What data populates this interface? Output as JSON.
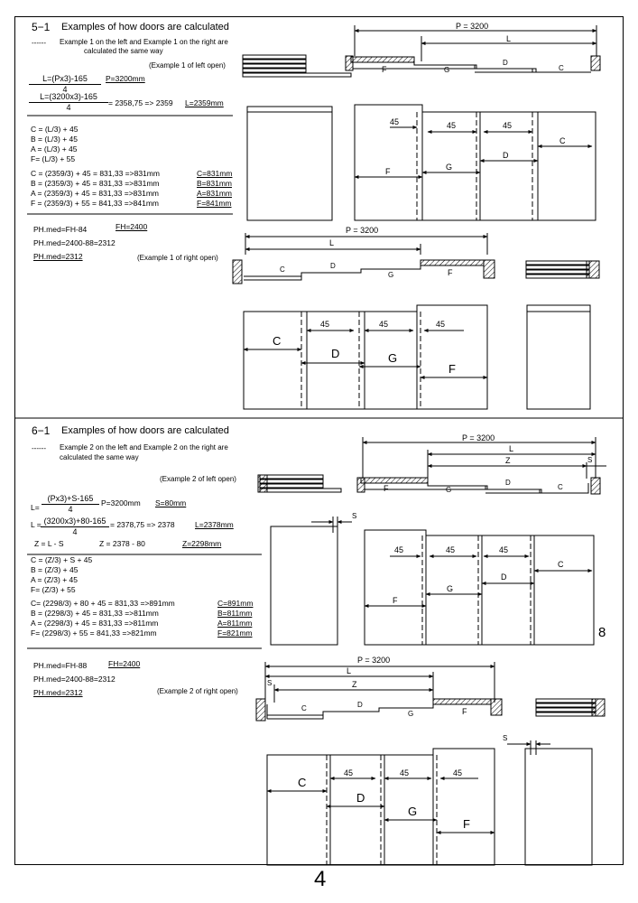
{
  "section1": {
    "number": "5−1",
    "title": "Examples of how doors are calculated",
    "note_dashes": "------",
    "note_line1": "Example 1 on the left and Example 1 on the right are",
    "note_line2": "calculated the same way",
    "left_caption": "(Example 1 of left open)",
    "right_caption": "(Example 1 of right open)",
    "formula_L_num": "L=(Px3)-165",
    "formula_L_den": "4",
    "formula_P": "P=3200mm",
    "calc_L_num": "L=(3200x3)-165",
    "calc_L_den": "4",
    "calc_L_result": "= 2358,75 => 2359",
    "L_value": "L=2359mm",
    "formulas": [
      "C = (L/3) + 45",
      "B = (L/3) + 45",
      "A = (L/3) + 45",
      "F= (L/3) + 55"
    ],
    "calcs": [
      "C = (2359/3) + 45 = 831,33 =>831mm",
      "B = (2359/3) + 45 = 831,33 =>831mm",
      "A = (2359/3) + 45 = 831,33 =>831mm",
      "F = (2359/3) + 55  = 841,33 =>841mm"
    ],
    "results": [
      "C=831mm",
      "B=831mm",
      "A=831mm",
      "F=841mm"
    ],
    "ph1": "PH.med=FH-84",
    "fh": "FH=2400",
    "ph2": "PH.med=2400-88=2312",
    "ph3": "PH.med=2312"
  },
  "section2": {
    "number": "6−1",
    "title": "Examples of how doors are calculated",
    "note_dashes": "------",
    "note_line1": "Example 2 on the left and Example 2 on the right are",
    "note_line2": "calculated the same way",
    "left_caption": "(Example 2 of left open)",
    "right_caption": "(Example 2 of right open)",
    "formula_L_num": "(Px3)+S-165",
    "formula_L_den": "4",
    "formula_P": "P=3200mm",
    "formula_S": "S=80mm",
    "calc_L_num": "(3200x3)+80-165",
    "calc_L_den": "4",
    "calc_L_result": "= 2378,75 => 2378",
    "L_value": "L=2378mm",
    "z_formula": "Z = L - S",
    "z_calc": "Z = 2378 - 80",
    "z_value": "Z=2298mm",
    "formulas": [
      "C = (Z/3) + S + 45",
      "B = (Z/3) + 45",
      "A = (Z/3) + 45",
      "F= (Z/3) + 55"
    ],
    "calcs": [
      "C= (2298/3) + 80 + 45 = 831,33 =>891mm",
      "B = (2298/3) + 45 = 831,33 =>811mm",
      "A = (2298/3) + 45 = 831,33 =>811mm",
      "F= (2298/3) + 55 = 841,33 =>821mm"
    ],
    "results": [
      "C=891mm",
      "B=811mm",
      "A=811mm",
      "F=821mm"
    ],
    "ph1": "PH.med=FH-88",
    "fh": "FH=2400",
    "ph2": "PH.med=2400-88=2312",
    "ph3": "PH.med=2312",
    "side_number": "8"
  },
  "labels": {
    "P": "P = 3200",
    "L": "L",
    "Z": "Z",
    "S": "S",
    "C": "C",
    "D": "D",
    "G": "G",
    "F": "F",
    "gap": "45",
    "L_eq": "L=",
    "L_eq2": "L ="
  },
  "page_number": "4"
}
